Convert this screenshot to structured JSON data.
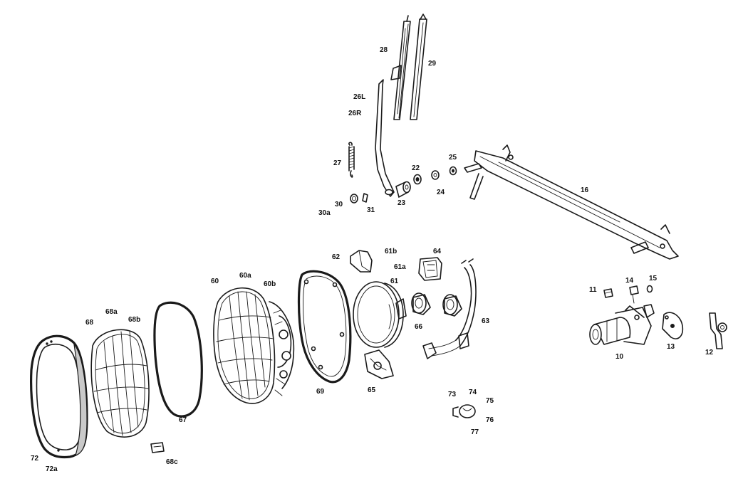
{
  "callouts": {
    "l28": "28",
    "l29": "29",
    "l26L": "26L",
    "l26R": "26R",
    "l27": "27",
    "l22": "22",
    "l25": "25",
    "l23": "23",
    "l24": "24",
    "l30": "30",
    "l30a": "30a",
    "l31": "31",
    "l16": "16",
    "l62": "62",
    "l61b": "61b",
    "l64": "64",
    "l61a": "61a",
    "l61": "61",
    "l60": "60",
    "l60a": "60a",
    "l60b": "60b",
    "l68": "68",
    "l68a": "68a",
    "l68b": "68b",
    "l66": "66",
    "l63": "63",
    "l65": "65",
    "l69": "69",
    "l67": "67",
    "l73": "73",
    "l74": "74",
    "l75": "75",
    "l76": "76",
    "l77": "77",
    "l72": "72",
    "l72a": "72a",
    "l68c": "68c",
    "l11": "11",
    "l14": "14",
    "l15": "15",
    "l10": "10",
    "l13": "13",
    "l12": "12"
  }
}
